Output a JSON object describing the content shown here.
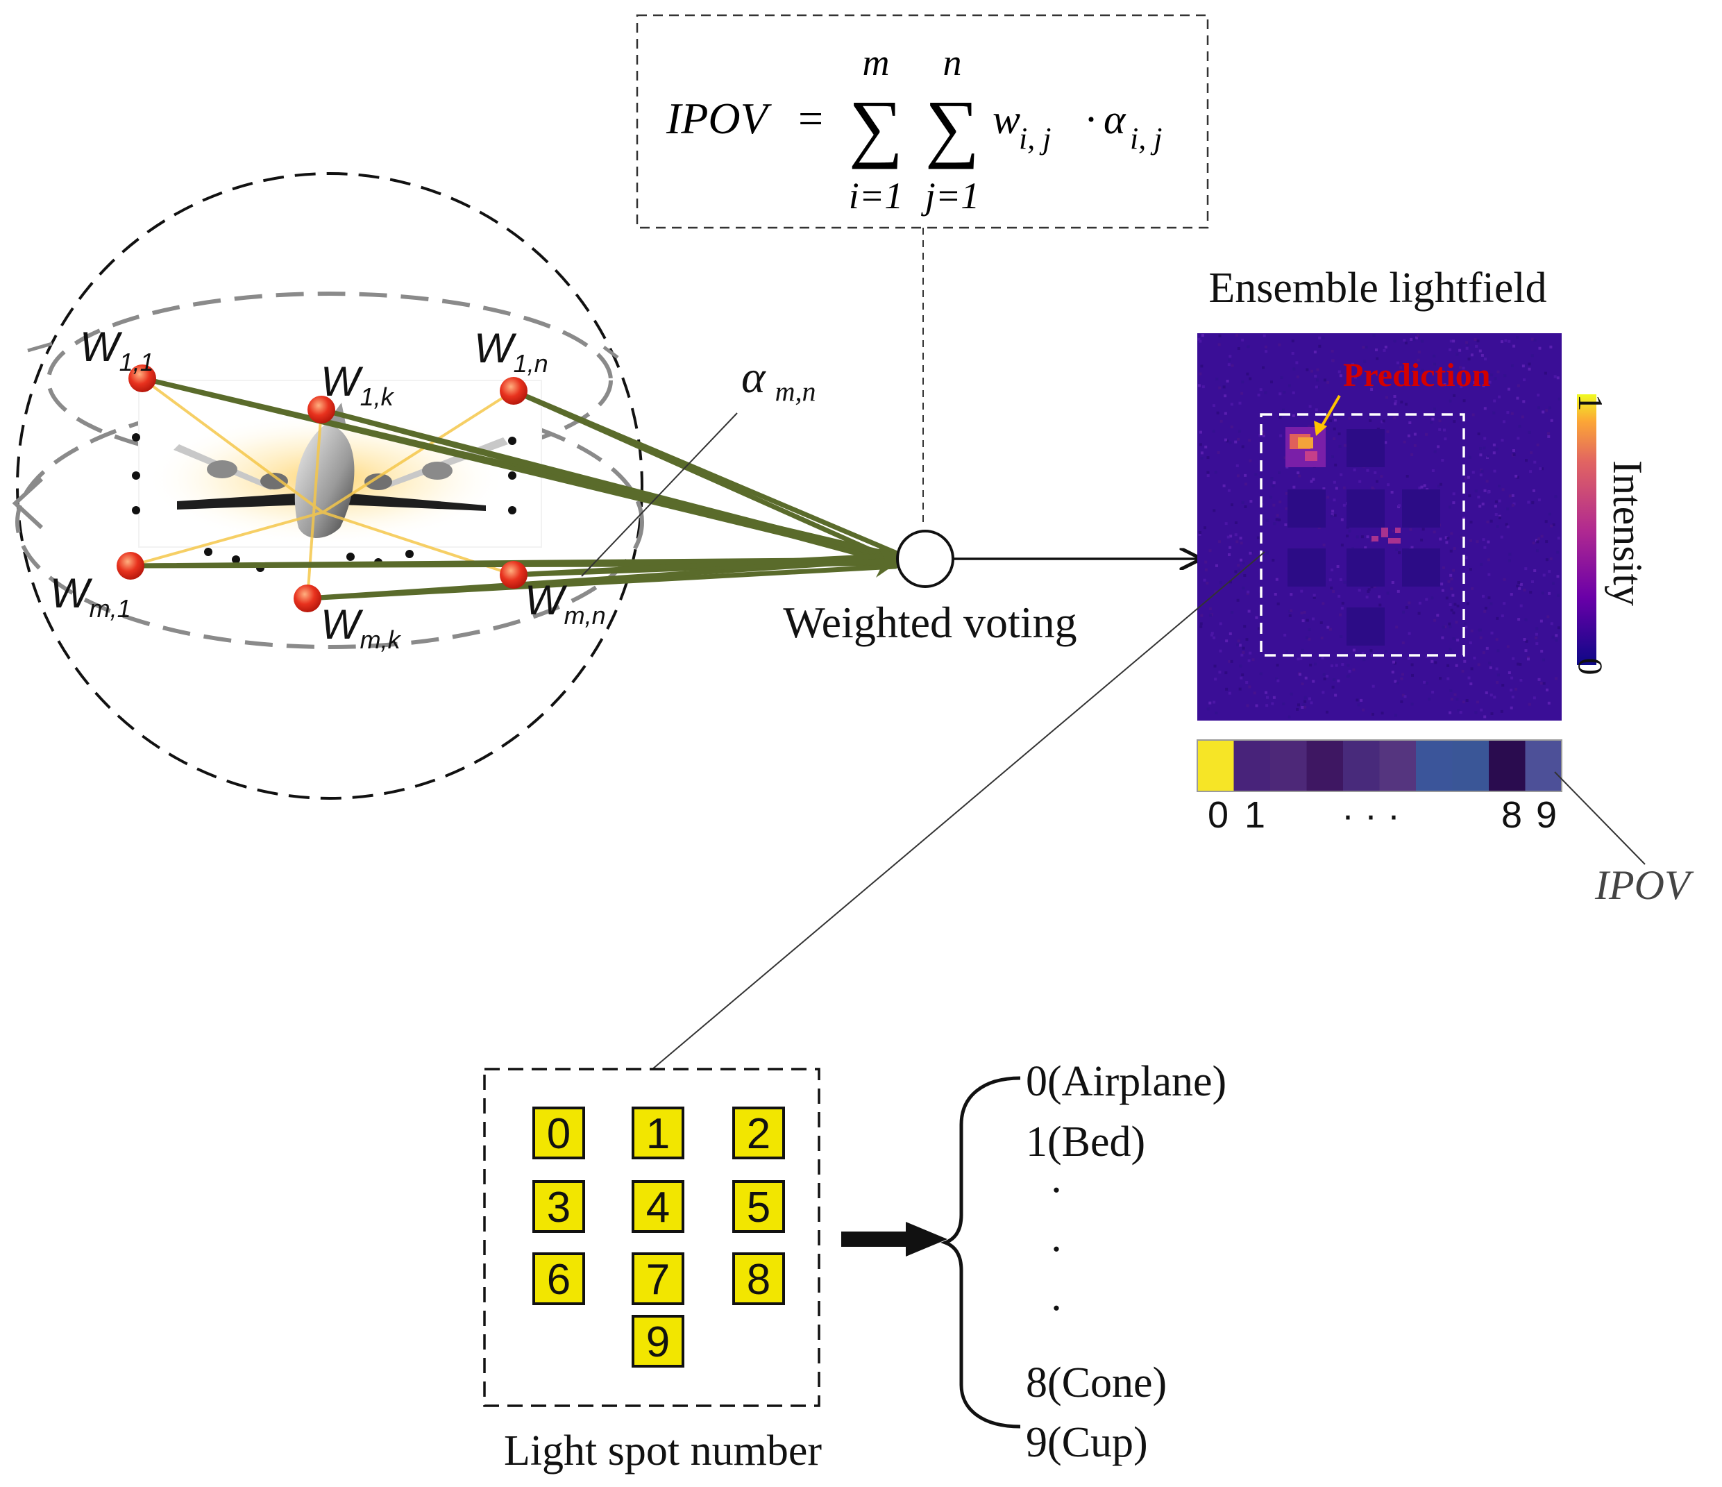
{
  "formula": {
    "lhs": "IPOV",
    "equals": "=",
    "sum1_upper": "m",
    "sum1_lower": "i=1",
    "sum2_upper": "n",
    "sum2_lower": "j=1",
    "term_w": "w",
    "term_w_sub": "i, j",
    "dot": "·",
    "term_alpha": "α",
    "term_alpha_sub": "i, j"
  },
  "nodes": {
    "w11": {
      "main": "W",
      "sub": "1,1"
    },
    "w1k": {
      "main": "W",
      "sub": "1,k"
    },
    "w1n": {
      "main": "W",
      "sub": "1,n"
    },
    "wm1": {
      "main": "W",
      "sub": "m,1"
    },
    "wmk": {
      "main": "W",
      "sub": "m,k"
    },
    "wmn": {
      "main": "W",
      "sub": "m,n"
    }
  },
  "alpha_label": {
    "main": "α",
    "sub": "m,n"
  },
  "voting_label": "Weighted voting",
  "lightfield": {
    "title": "Ensemble lightfield",
    "prediction_label": "Prediction",
    "colorbar_label": "Intensity",
    "colorbar_max": "1",
    "colorbar_min": "0"
  },
  "ipov_bar": {
    "labels": [
      "0",
      "1",
      "· · ·",
      "8",
      "9"
    ],
    "cell_colors": [
      "#f6e526",
      "#48237a",
      "#4d2878",
      "#3e1762",
      "#482a7b",
      "#55357f",
      "#3b559a",
      "#3a5697",
      "#2a0c4f",
      "#4d5098"
    ],
    "annotation": "IPOV"
  },
  "spot_grid": {
    "numbers": [
      "0",
      "1",
      "2",
      "3",
      "4",
      "5",
      "6",
      "7",
      "8",
      "9"
    ],
    "caption": "Light spot number"
  },
  "class_list": {
    "items": [
      "0(Airplane)",
      "1(Bed)",
      "8(Cone)",
      "9(Cup)"
    ],
    "ellipsis": [
      "·",
      "·",
      "·"
    ]
  },
  "colors": {
    "green_lines": "#5a6b2b",
    "node_red": "#e8321e",
    "field_bg": "#3a0e96",
    "yellow_box": "#f2e600",
    "prediction_red": "#d40000",
    "prediction_arrow": "#ffc400"
  }
}
